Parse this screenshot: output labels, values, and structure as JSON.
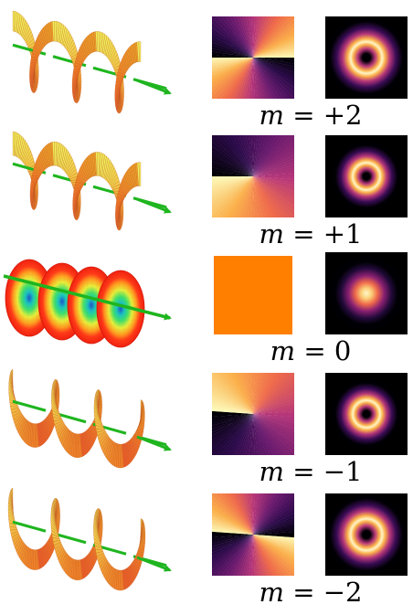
{
  "figure": {
    "description_free": true,
    "rows": [
      {
        "m": 2,
        "label_var": "m",
        "label_rest": " = +2",
        "helix": "twisted",
        "phase": "vortex",
        "intensity": "ring"
      },
      {
        "m": 1,
        "label_var": "m",
        "label_rest": " = +1",
        "helix": "twisted",
        "phase": "vortex",
        "intensity": "ring"
      },
      {
        "m": 0,
        "label_var": "m",
        "label_rest": " = 0",
        "helix": "planar",
        "phase": "uniform",
        "intensity": "gaussian"
      },
      {
        "m": -1,
        "label_var": "m",
        "label_rest": " = −1",
        "helix": "twisted",
        "phase": "vortex",
        "intensity": "ring"
      },
      {
        "m": -2,
        "label_var": "m",
        "label_rest": " = −2",
        "helix": "twisted",
        "phase": "vortex",
        "intensity": "ring"
      }
    ],
    "colors": {
      "helix_outer": "#f03a1a",
      "helix_inner": "#f2e94c",
      "arrow": "#1fb51f",
      "uniform_phase": "#ff7f00",
      "intensity_bg": "#000000",
      "intensity_peak": "#fff6c8"
    },
    "colormap_stops": [
      "#000004",
      "#2b0a4a",
      "#6b1a6e",
      "#b5367a",
      "#ef6a4a",
      "#fbb04a",
      "#fcfdbf"
    ]
  }
}
